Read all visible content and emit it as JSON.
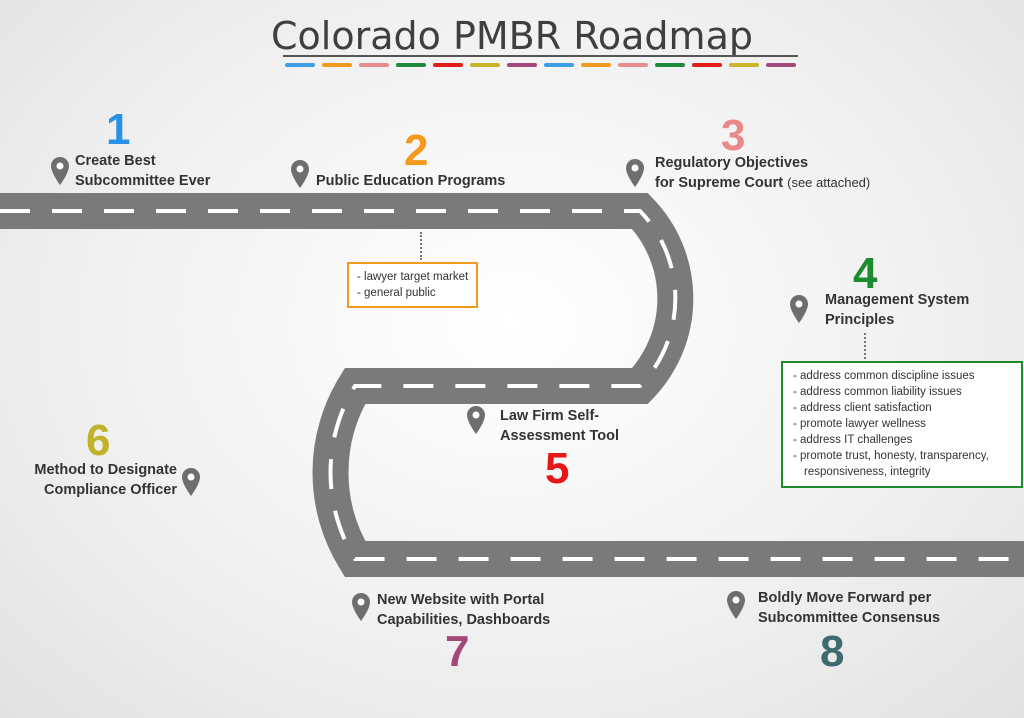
{
  "title": "Colorado PMBR Roadmap",
  "colors": {
    "road": "#7a7a7a",
    "dash": "#ffffff",
    "pin": "#6e6e6e",
    "strip": [
      "#3d9ee5",
      "#f39a1e",
      "#e88c8c",
      "#1f8a3c",
      "#e21b1b",
      "#c8b62a",
      "#a2497a"
    ]
  },
  "steps": [
    {
      "number": "1",
      "line1": "Create Best",
      "line2": "Subcommittee Ever",
      "color": "#2a92e6"
    },
    {
      "number": "2",
      "line1": "Public Education Programs",
      "color": "#f39a1e"
    },
    {
      "number": "3",
      "line1": "Regulatory Objectives",
      "line2": "for Supreme Court",
      "note": "(see attached)",
      "color": "#e98a8a"
    },
    {
      "number": "4",
      "line1": "Management System",
      "line2": "Principles",
      "color": "#1d8a2e"
    },
    {
      "number": "5",
      "line1": "Law Firm Self-",
      "line2": "Assessment Tool",
      "color": "#e51717"
    },
    {
      "number": "6",
      "line1": "Method to Designate",
      "line2": "Compliance Officer",
      "color": "#c1b22b"
    },
    {
      "number": "7",
      "line1": "New Website with Portal",
      "line2": "Capabilities, Dashboards",
      "color": "#a3497a"
    },
    {
      "number": "8",
      "line1": "Boldly Move Forward per",
      "line2": "Subcommittee Consensus",
      "color": "#3d6b6e"
    }
  ],
  "education_box": {
    "border_color": "#f39a1e",
    "items": [
      "-  lawyer target market",
      "-   general public"
    ]
  },
  "principles_box": {
    "border_color": "#1d8a2e",
    "items": [
      "-  address common discipline issues",
      "-  address common liability issues",
      "-  address client satisfaction",
      "-  promote lawyer wellness",
      "-  address IT challenges",
      "-  promote trust, honesty, transparency,",
      "   responsiveness, integrity"
    ]
  }
}
